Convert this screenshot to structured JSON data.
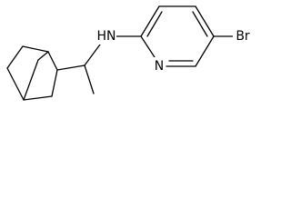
{
  "molecule": {
    "atoms": {
      "amine_nh": "HN",
      "pyridine_n": "N",
      "bromine": "Br"
    }
  }
}
